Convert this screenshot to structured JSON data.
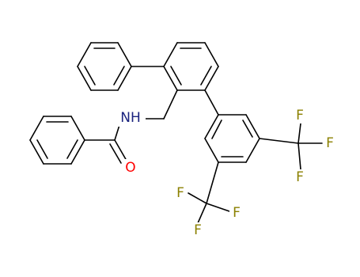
{
  "structure": {
    "atoms": {
      "nh": {
        "text": "NH",
        "color": "#1a237e"
      },
      "o": {
        "text": "O",
        "color": "#ff0000"
      },
      "f1": {
        "text": "F",
        "color": "#8b8000"
      },
      "f2": {
        "text": "F",
        "color": "#8b8000"
      },
      "f3": {
        "text": "F",
        "color": "#8b8000"
      },
      "f4": {
        "text": "F",
        "color": "#8b8000"
      },
      "f5": {
        "text": "F",
        "color": "#8b8000"
      },
      "f6": {
        "text": "F",
        "color": "#8b8000"
      }
    },
    "bond_color": "#000000"
  }
}
